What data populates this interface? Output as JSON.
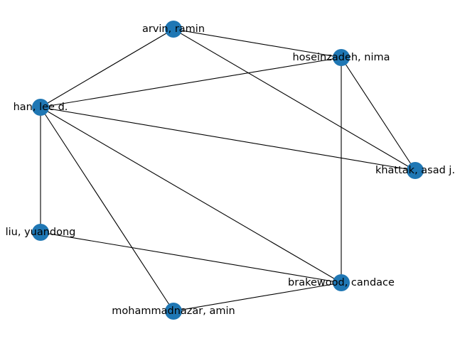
{
  "graph": {
    "node_color": "#1f77b4",
    "edge_color": "#000000",
    "nodes": [
      {
        "id": "arvin",
        "label": "arvin, ramin"
      },
      {
        "id": "hoseinzadeh",
        "label": "hoseinzadeh, nima"
      },
      {
        "id": "han",
        "label": "han, lee d."
      },
      {
        "id": "khattak",
        "label": "khattak, asad j."
      },
      {
        "id": "liu",
        "label": "liu, yuandong"
      },
      {
        "id": "brakewood",
        "label": "brakewood, candace"
      },
      {
        "id": "mohammadnazar",
        "label": "mohammadnazar, amin"
      }
    ],
    "edges": [
      [
        "arvin",
        "hoseinzadeh"
      ],
      [
        "arvin",
        "han"
      ],
      [
        "arvin",
        "khattak"
      ],
      [
        "hoseinzadeh",
        "han"
      ],
      [
        "hoseinzadeh",
        "khattak"
      ],
      [
        "hoseinzadeh",
        "brakewood"
      ],
      [
        "han",
        "khattak"
      ],
      [
        "han",
        "liu"
      ],
      [
        "han",
        "brakewood"
      ],
      [
        "han",
        "mohammadnazar"
      ],
      [
        "liu",
        "brakewood"
      ],
      [
        "brakewood",
        "mohammadnazar"
      ]
    ]
  }
}
